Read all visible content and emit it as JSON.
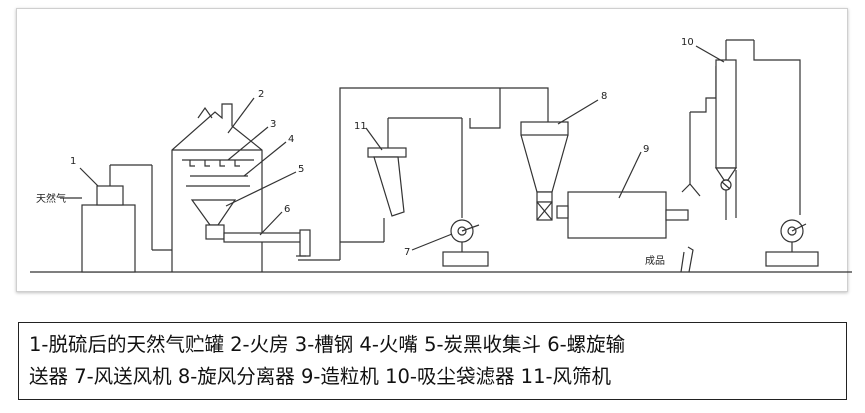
{
  "diagram": {
    "labels": {
      "n1": "1",
      "n2": "2",
      "n3": "3",
      "n4": "4",
      "n5": "5",
      "n6": "6",
      "n7": "7",
      "n8": "8",
      "n9": "9",
      "n10": "10",
      "n11": "11",
      "natural_gas": "天然气",
      "product": "成品"
    }
  },
  "legend": {
    "line1": "1-脱硫后的天然气贮罐  2-火房 3-槽钢 4-火嘴 5-炭黑收集斗 6-螺旋输",
    "line2": "送器  7-风送风机 8-旋风分离器 9-造粒机 10-吸尘袋滤器 11-风筛机"
  }
}
